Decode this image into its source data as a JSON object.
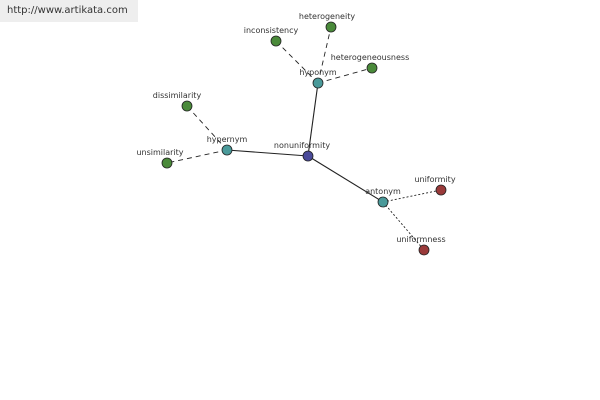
{
  "source_link": "http://www.artikata.com",
  "colors": {
    "center": "#4a4a9a",
    "relation": "#4a9a9a",
    "synonym_related": "#4a8a3a",
    "antonym_word": "#9a3a3a",
    "edge": "#222222"
  },
  "nodes": [
    {
      "id": "nonuniformity",
      "label": "nonuniformity",
      "kind": "center"
    },
    {
      "id": "hyponym",
      "label": "hyponym",
      "kind": "relation"
    },
    {
      "id": "hypernym",
      "label": "hypernym",
      "kind": "relation"
    },
    {
      "id": "antonym",
      "label": "antonym",
      "kind": "relation"
    },
    {
      "id": "heterogeneity",
      "label": "heterogeneity",
      "kind": "synonym_related"
    },
    {
      "id": "inconsistency",
      "label": "inconsistency",
      "kind": "synonym_related"
    },
    {
      "id": "heterogeneousness",
      "label": "heterogeneousness",
      "kind": "synonym_related"
    },
    {
      "id": "dissimilarity",
      "label": "dissimilarity",
      "kind": "synonym_related"
    },
    {
      "id": "unsimilarity",
      "label": "unsimilarity",
      "kind": "synonym_related"
    },
    {
      "id": "uniformity",
      "label": "uniformity",
      "kind": "antonym_word"
    },
    {
      "id": "uniformness",
      "label": "uniformness",
      "kind": "antonym_word"
    }
  ],
  "edges": [
    {
      "from": "nonuniformity",
      "to": "hyponym",
      "style": "solid"
    },
    {
      "from": "nonuniformity",
      "to": "hypernym",
      "style": "solid"
    },
    {
      "from": "nonuniformity",
      "to": "antonym",
      "style": "solid"
    },
    {
      "from": "hyponym",
      "to": "heterogeneity",
      "style": "dashed"
    },
    {
      "from": "hyponym",
      "to": "inconsistency",
      "style": "dashed"
    },
    {
      "from": "hyponym",
      "to": "heterogeneousness",
      "style": "dashed"
    },
    {
      "from": "hypernym",
      "to": "dissimilarity",
      "style": "dashed"
    },
    {
      "from": "hypernym",
      "to": "unsimilarity",
      "style": "dashed"
    },
    {
      "from": "antonym",
      "to": "uniformity",
      "style": "dotted"
    },
    {
      "from": "antonym",
      "to": "uniformness",
      "style": "dotted"
    }
  ]
}
